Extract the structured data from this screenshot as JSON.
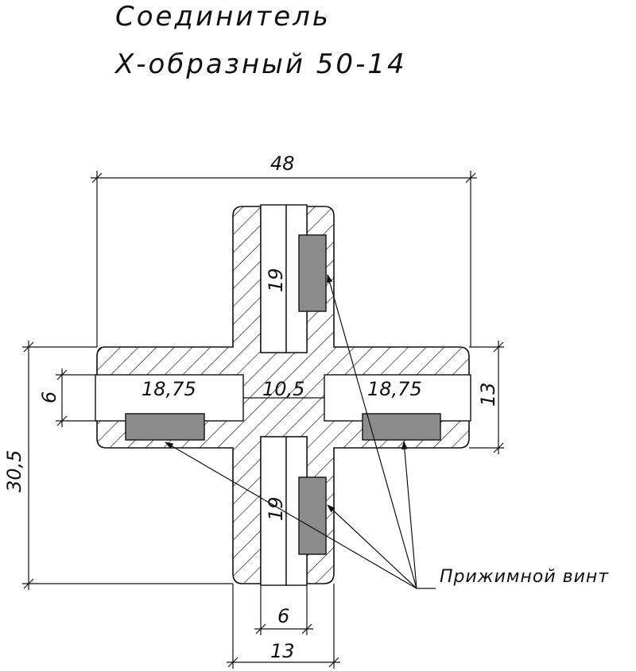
{
  "title": {
    "line1": "Соединитель",
    "line2": "Х-образный 50-14"
  },
  "dimensions": {
    "overall_width": "48",
    "overall_height": "30,5",
    "arm_height": "13",
    "slot_width_horizontal": "6",
    "left_slot_length": "18,75",
    "center_length": "10,5",
    "right_slot_length": "18,75",
    "top_slot_length": "19",
    "bottom_slot_length": "19",
    "bottom_slot_width": "6",
    "bottom_arm_width": "13"
  },
  "callout": {
    "label": "Прижимной винт"
  },
  "colors": {
    "line": "#111111",
    "hatch": "#111111",
    "screw_fill": "#8c8c8c",
    "background": "#ffffff"
  }
}
